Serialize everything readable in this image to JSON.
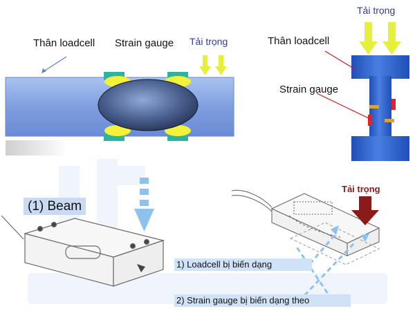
{
  "labels": {
    "body_left": "Thân loadcell",
    "strain_left": "Strain gauge",
    "load_left": "Tải trọng",
    "body_right": "Thân loadcell",
    "load_right_top": "Tải trọng",
    "strain_right": "Strain gauge",
    "load_bottom": "Tải trọng",
    "beam_title": "(1) Beam",
    "caption_1": "1) Loadcell bị biến dạng",
    "caption_2": "2) Strain gauge bị biến dạng theo"
  },
  "colors": {
    "beam_blue": "#7f9fe0",
    "loadcell_dark": "#2a5bc8",
    "strain_yellow": "#f3f13a",
    "strain_pad": "#2fb3a0",
    "arrow_yellow": "#e6f03a",
    "gauge_red": "#e0222a",
    "gauge_orange": "#d8a040",
    "load_arrow_dark": "#8b1a1a",
    "dashed_arrow": "#8ec2ee",
    "caption_bg": "#cfe2f7"
  }
}
